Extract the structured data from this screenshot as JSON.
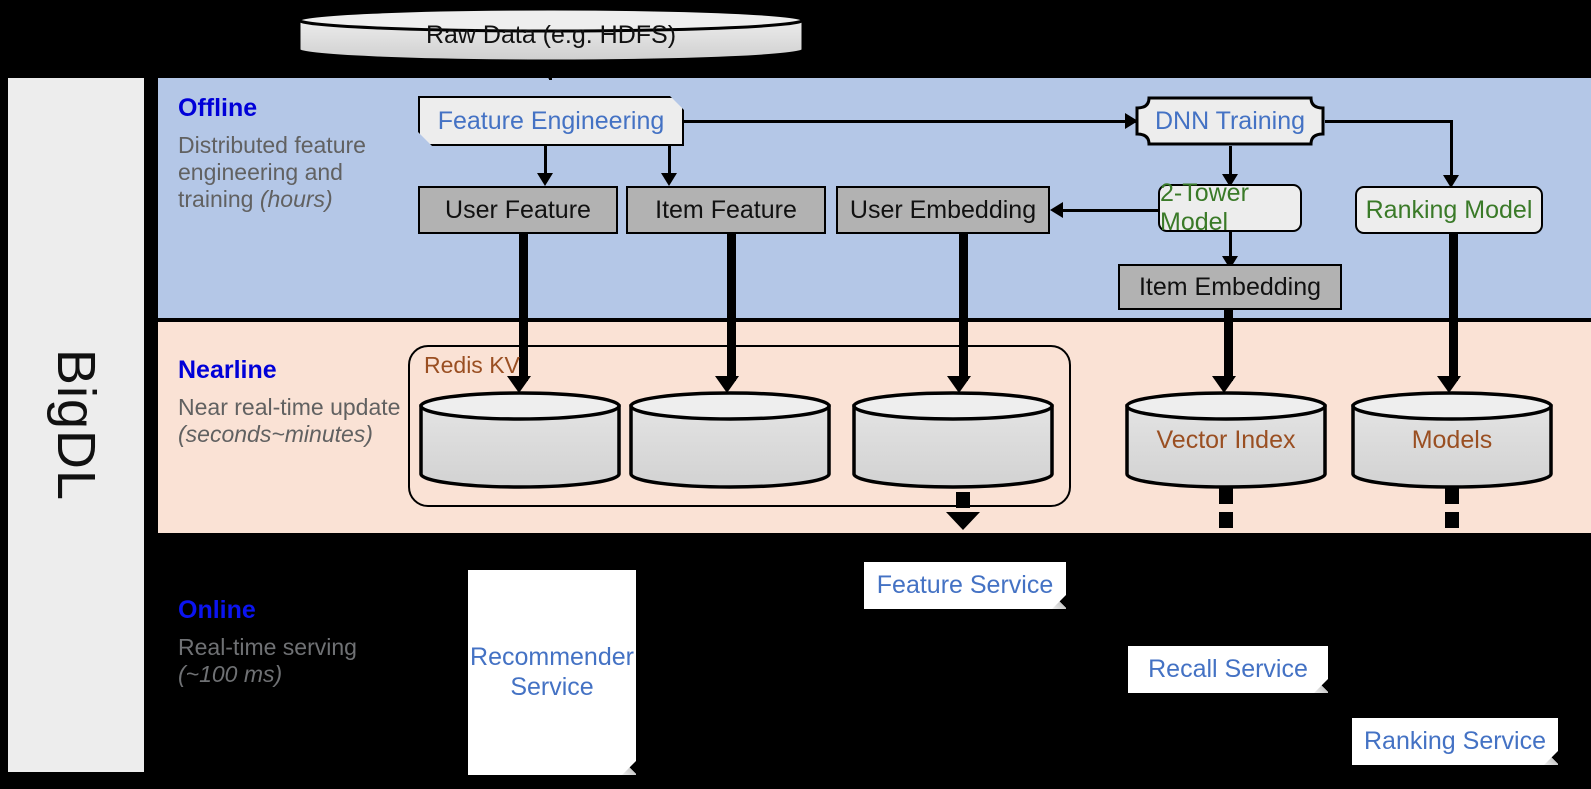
{
  "sidebar": {
    "label": "BigDL"
  },
  "source": {
    "label": "Raw Data (e.g. HDFS)"
  },
  "bands": {
    "offline": {
      "title": "Offline",
      "subtitle_plain": "Distributed feature engineering and training ",
      "subtitle_em": "(hours)"
    },
    "nearline": {
      "title": "Nearline",
      "subtitle_plain": "Near real-time update ",
      "subtitle_em": "(seconds~minutes)"
    },
    "online": {
      "title": "Online",
      "subtitle_plain": "Real-time serving ",
      "subtitle_em": "(~100 ms)"
    }
  },
  "offline_nodes": {
    "feature_engineering": "Feature Engineering",
    "dnn_training": "DNN Training",
    "user_feature": "User Feature",
    "item_feature": "Item Feature",
    "user_embedding": "User Embedding",
    "two_tower_model": "2-Tower Model",
    "ranking_model": "Ranking Model",
    "item_embedding": "Item Embedding"
  },
  "nearline_nodes": {
    "redis_kv": "Redis KV",
    "store_user_feature": "",
    "store_item_feature": "",
    "store_user_embedding": "",
    "vector_index": "Vector Index",
    "models": "Models"
  },
  "online_nodes": {
    "recommender_service": "Recommender Service",
    "feature_service": "Feature Service",
    "recall_service": "Recall Service",
    "ranking_service": "Ranking Service"
  },
  "colors": {
    "offline_band": "#b4c7e7",
    "nearline_band": "#fae2d5",
    "online_band": "#000000",
    "band_title": "#0000d8",
    "band_subtitle": "#616161",
    "process_blue": "#4472c4",
    "model_green": "#3a7a28",
    "store_brown": "#9a4f22",
    "data_box_gray": "#b2b2b2",
    "sidebar_gray": "#ededed"
  }
}
